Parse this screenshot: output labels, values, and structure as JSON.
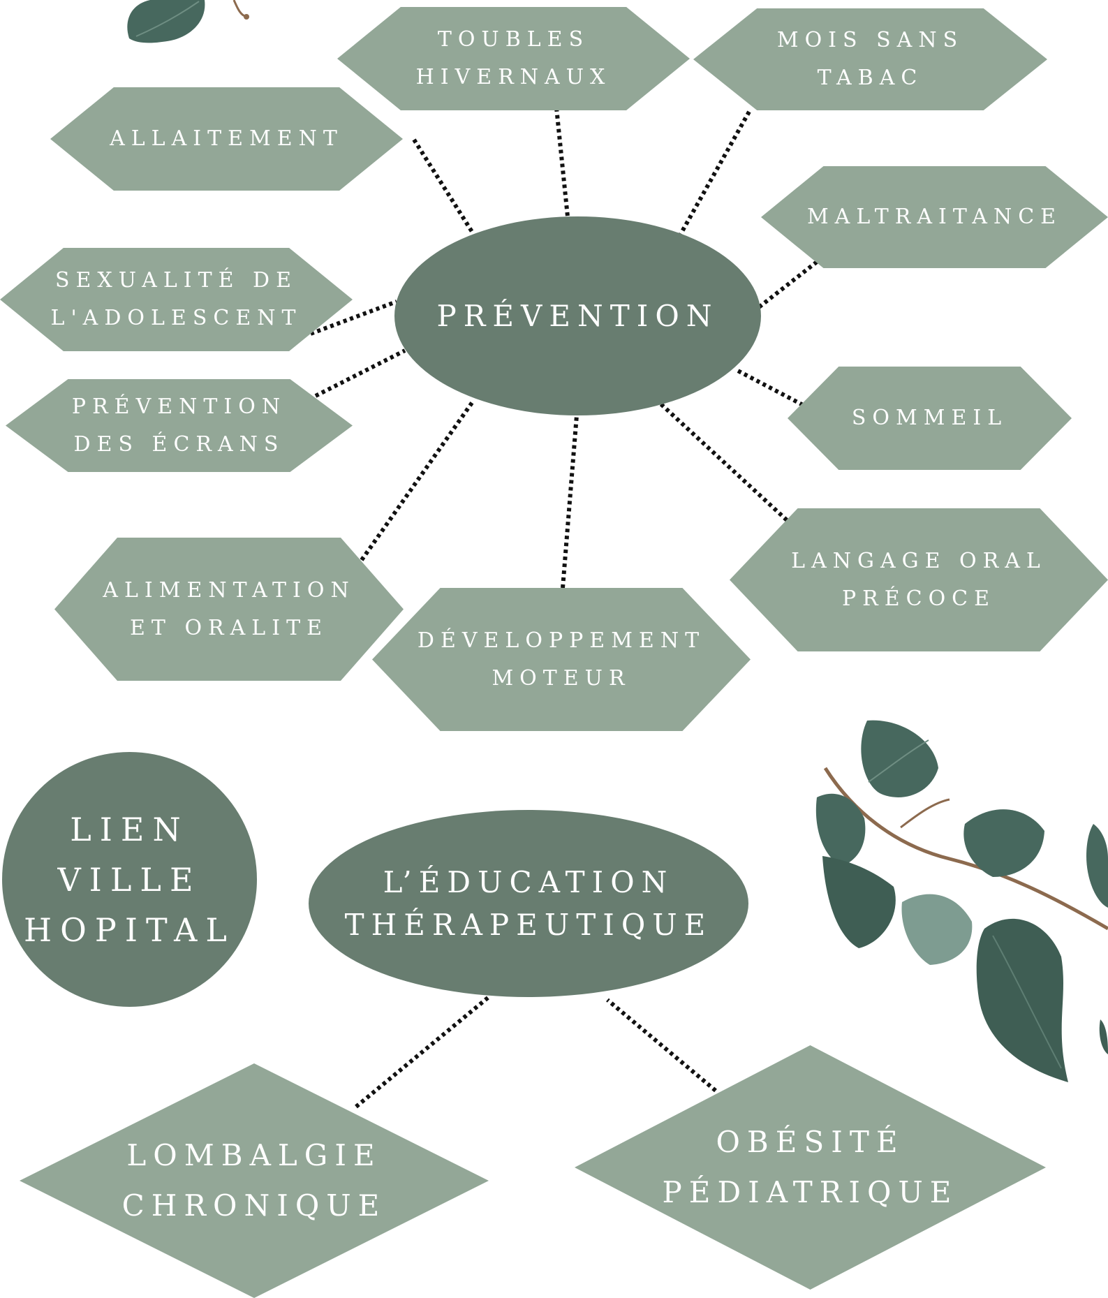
{
  "colors": {
    "hexagon_fill": "#93A797",
    "hub_fill": "#687D70",
    "text": "#FFFFFF",
    "connector": "#111111",
    "leaf_dark": "#47685E",
    "leaf_light": "#7E9C91",
    "branch": "#8C6A4E"
  },
  "hub": {
    "label": "PRÉVENTION"
  },
  "prevention_topics": [
    {
      "id": "toubles-hivernaux",
      "label": "TOUBLES\nHIVERNAUX"
    },
    {
      "id": "mois-sans-tabac",
      "label": "MOIS SANS\nTABAC"
    },
    {
      "id": "allaitement",
      "label": "ALLAITEMENT"
    },
    {
      "id": "maltraitance",
      "label": "MALTRAITANCE"
    },
    {
      "id": "sexualite",
      "label": "SEXUALITÉ DE\nL'ADOLESCENT"
    },
    {
      "id": "prevention-ecrans",
      "label": "PRÉVENTION\nDES ÉCRANS"
    },
    {
      "id": "sommeil",
      "label": "SOMMEIL"
    },
    {
      "id": "langage-oral",
      "label": "LANGAGE ORAL\nPRÉCOCE"
    },
    {
      "id": "alimentation",
      "label": "ALIMENTATION\nET ORALITE"
    },
    {
      "id": "developpement-moteur",
      "label": "DÉVELOPPEMENT\nMOTEUR"
    }
  ],
  "lien_ville_hopital": {
    "label": "LIEN\nVILLE\nHOPITAL"
  },
  "education": {
    "label": "L’ÉDUCATION\nTHÉRAPEUTIQUE",
    "topics": [
      {
        "id": "lombalgie",
        "label": "LOMBALGIE\nCHRONIQUE"
      },
      {
        "id": "obesite",
        "label": "OBÉSITÉ\nPÉDIATRIQUE"
      }
    ]
  },
  "decorations": [
    {
      "id": "leaf-top-left",
      "icon": "leaf-icon"
    },
    {
      "id": "branch-right",
      "icon": "leafy-branch-icon"
    }
  ]
}
